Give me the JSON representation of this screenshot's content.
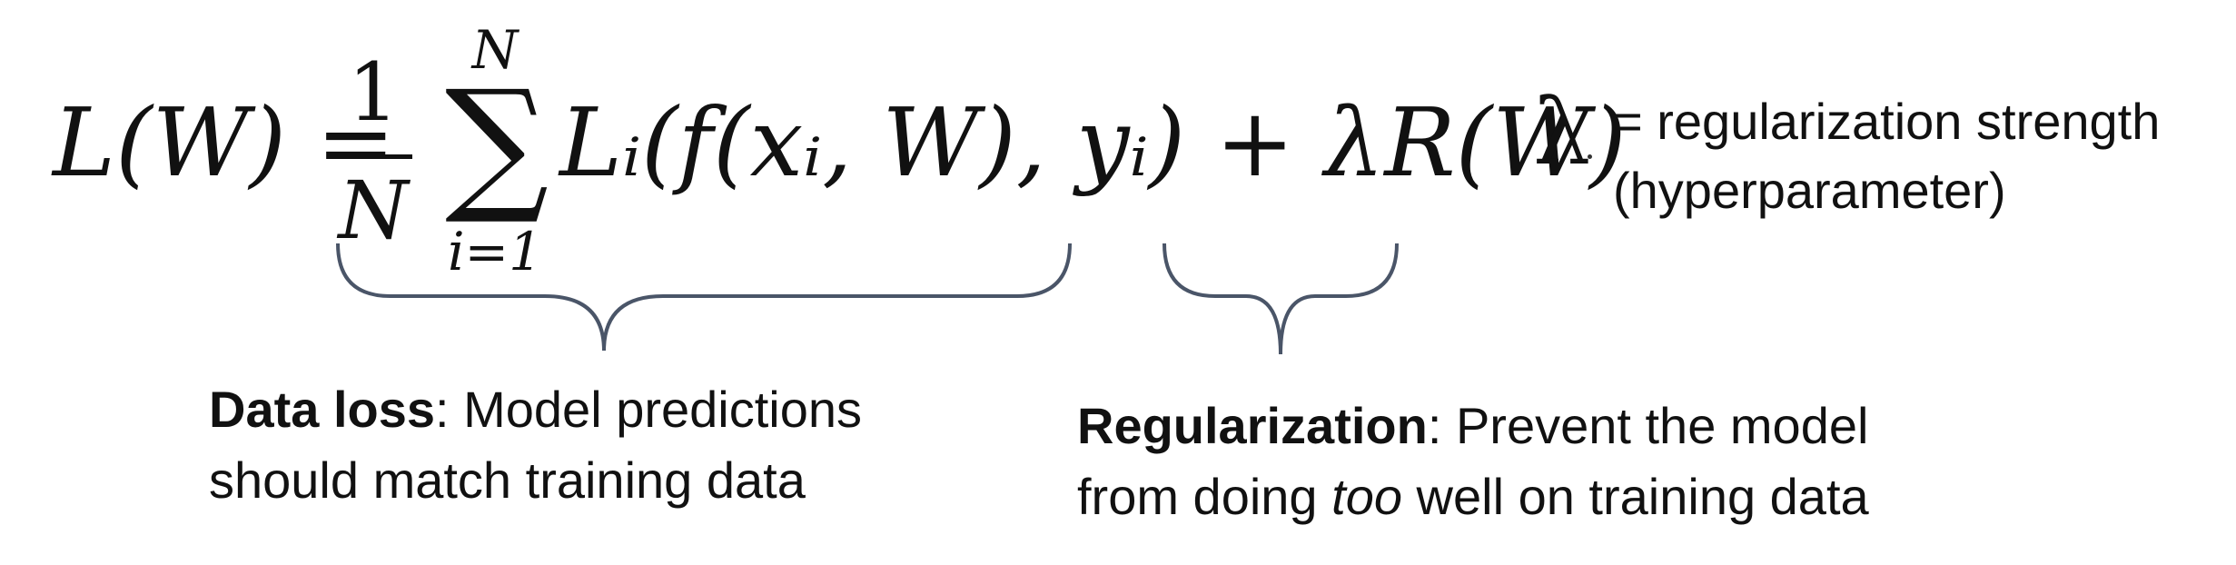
{
  "equation": {
    "lhs": "L(W)",
    "equals": "=",
    "fraction_numerator": "1",
    "fraction_denominator": "N",
    "sum_symbol": "∑",
    "sum_upper": "N",
    "sum_lower": "i=1",
    "data_term": "Lᵢ(f(xᵢ, W), yᵢ)",
    "plus": "+",
    "reg_term": "λR(W)"
  },
  "lambda_note": {
    "symbol": "λ",
    "line1": "= regularization strength",
    "line2": "(hyperparameter)"
  },
  "data_loss": {
    "title": "Data loss",
    "line1_rest": ": Model predictions",
    "line2": "should match training data"
  },
  "regularization": {
    "title": "Regularization",
    "line1_rest": ": Prevent the model",
    "line2_before": "from doing ",
    "line2_emph": "too",
    "line2_after": " well on training data"
  },
  "colors": {
    "text": "#111111",
    "brace": "#4a5568"
  }
}
